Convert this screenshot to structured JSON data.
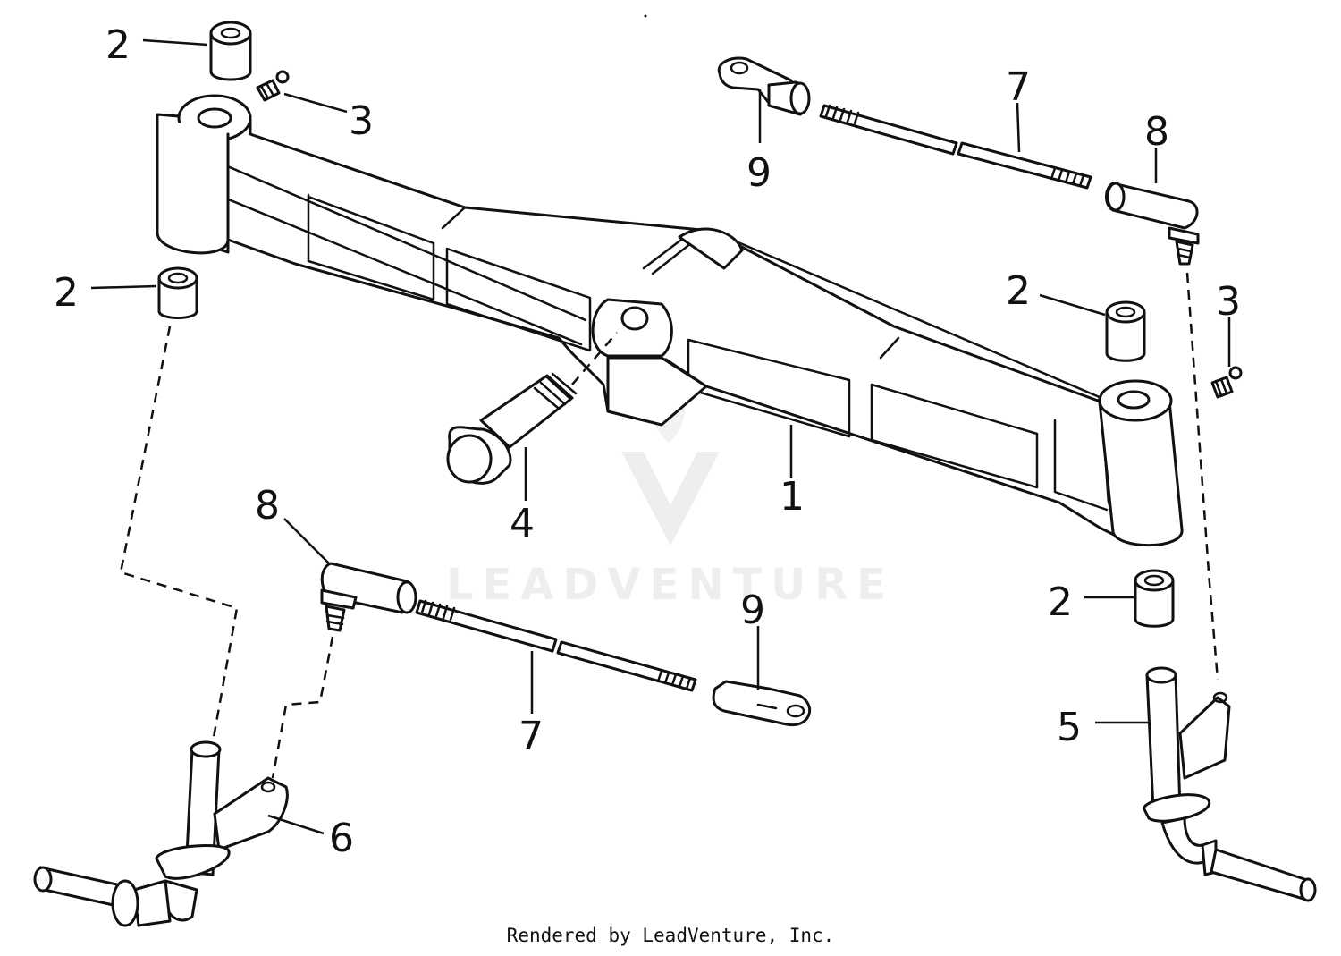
{
  "watermark": "LEADVENTURE",
  "footer": "Rendered by LeadVenture, Inc.",
  "callouts": {
    "c1": "1",
    "c2a": "2",
    "c2b": "2",
    "c2c": "2",
    "c2d": "2",
    "c3a": "3",
    "c3b": "3",
    "c4": "4",
    "c5": "5",
    "c6": "6",
    "c7a": "7",
    "c7b": "7",
    "c8a": "8",
    "c8b": "8",
    "c9a": "9",
    "c9b": "9"
  }
}
